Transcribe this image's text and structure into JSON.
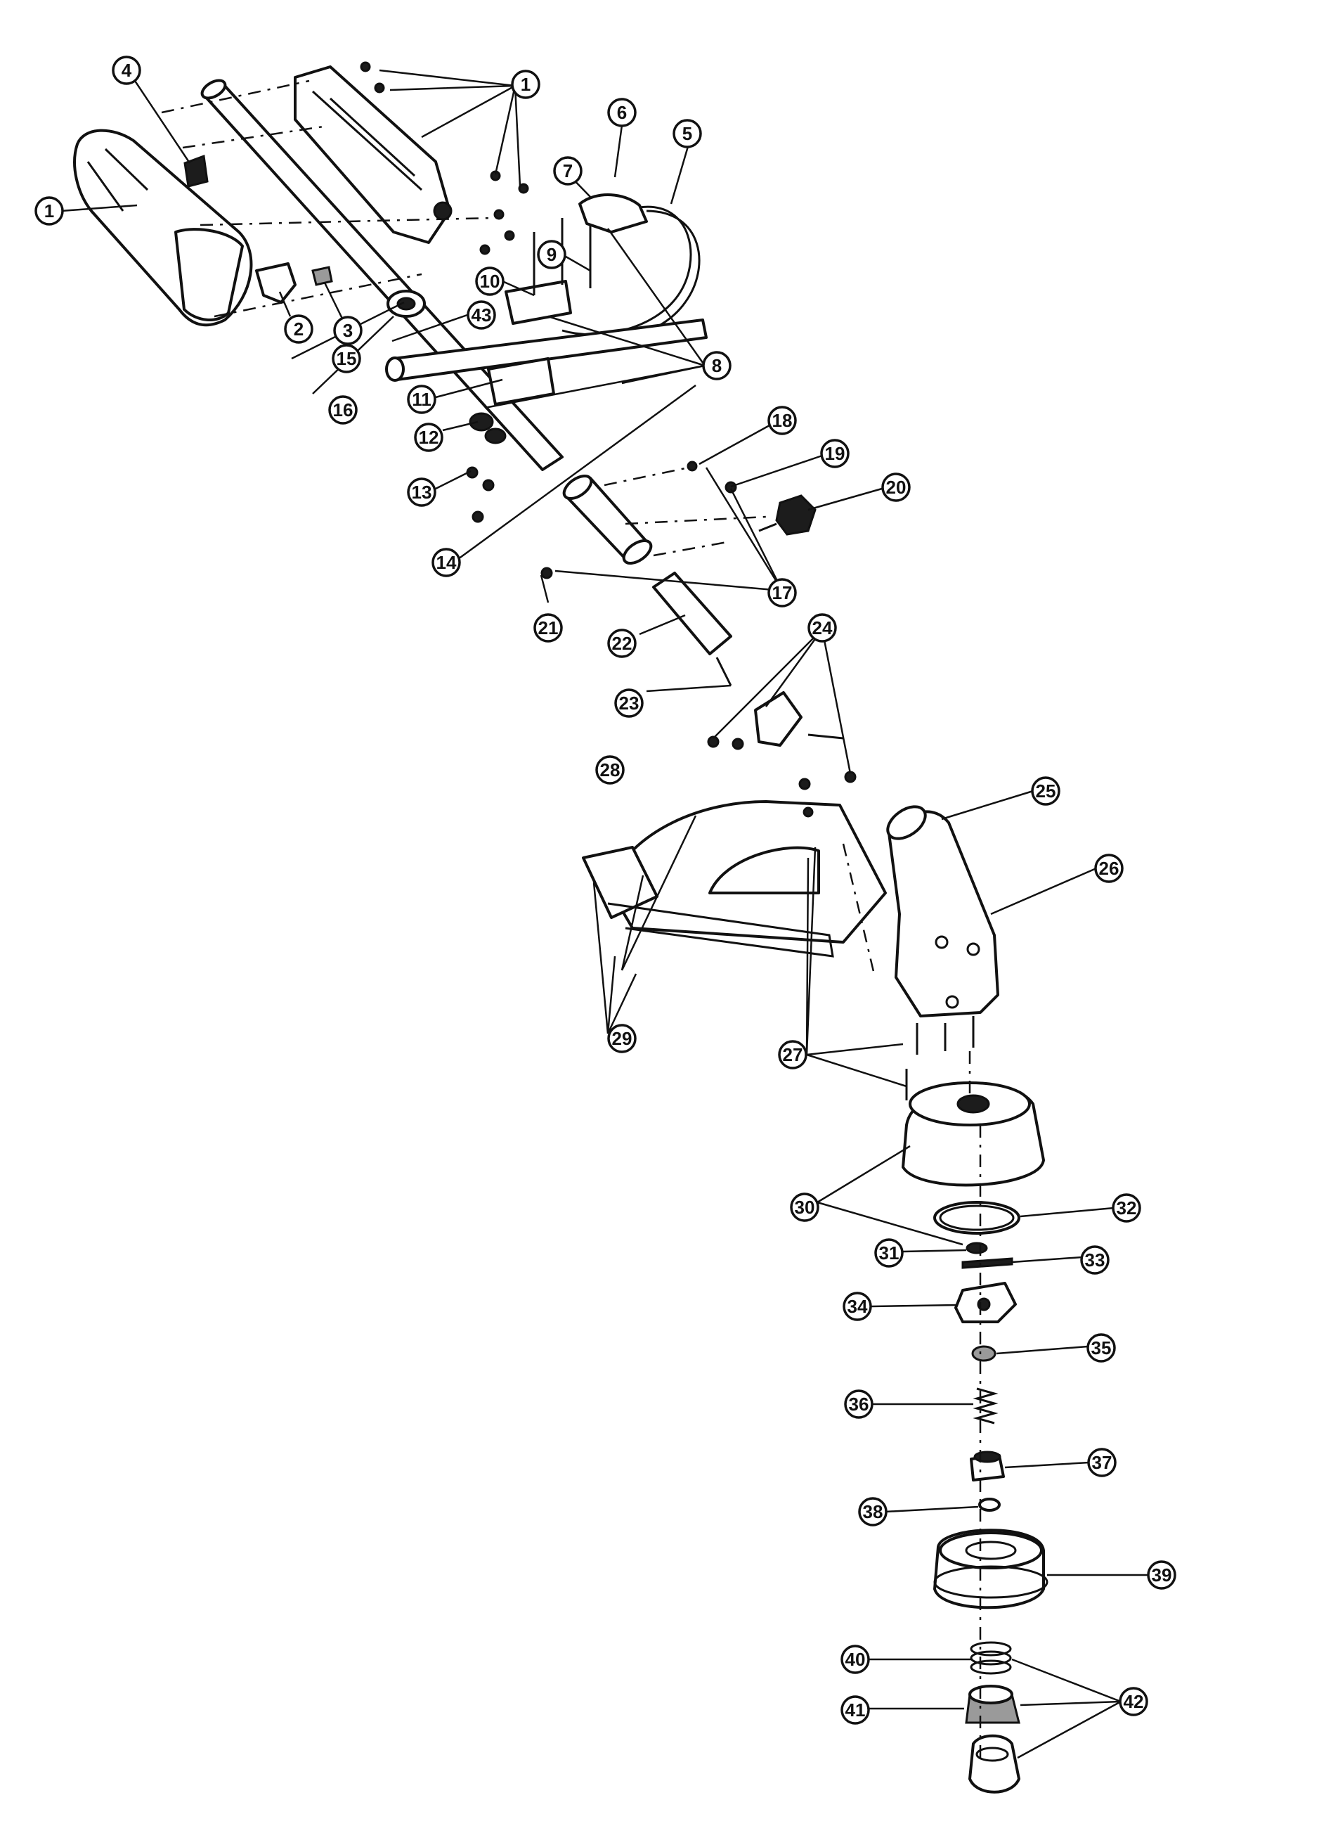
{
  "diagram": {
    "type": "exploded parts diagram",
    "callouts": [
      "1",
      "1",
      "2",
      "3",
      "4",
      "5",
      "6",
      "7",
      "8",
      "9",
      "10",
      "11",
      "12",
      "13",
      "14",
      "15",
      "16",
      "43",
      "17",
      "18",
      "19",
      "20",
      "21",
      "22",
      "23",
      "24",
      "25",
      "26",
      "27",
      "28",
      "29",
      "30",
      "31",
      "32",
      "33",
      "34",
      "35",
      "36",
      "37",
      "38",
      "39",
      "40",
      "41",
      "42"
    ]
  }
}
